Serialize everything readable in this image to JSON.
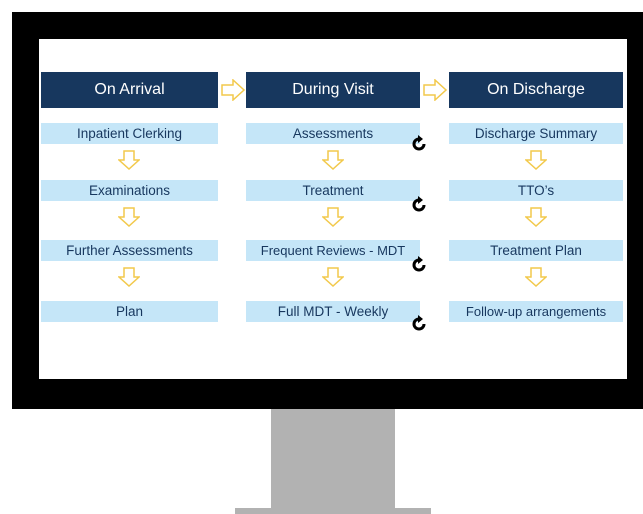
{
  "columns": [
    {
      "header": "On Arrival",
      "steps": [
        "Inpatient Clerking",
        "Examinations",
        "Further Assessments",
        "Plan"
      ]
    },
    {
      "header": "During Visit",
      "steps": [
        "Assessments",
        "Treatment",
        "Frequent Reviews - MDT",
        "Full MDT - Weekly"
      ]
    },
    {
      "header": "On Discharge",
      "steps": [
        "Discharge Summary",
        "TTO’s",
        "Treatment Plan",
        "Follow-up arrangements"
      ]
    }
  ],
  "colors": {
    "header_bg": "#17375e",
    "step_bg": "#c5e6f8",
    "arrow_stroke": "#f2c94c",
    "arrow_fill": "#ffffff"
  },
  "icons": {
    "flow_arrow": "hollow-arrow",
    "repeat": "cycle-icon"
  }
}
